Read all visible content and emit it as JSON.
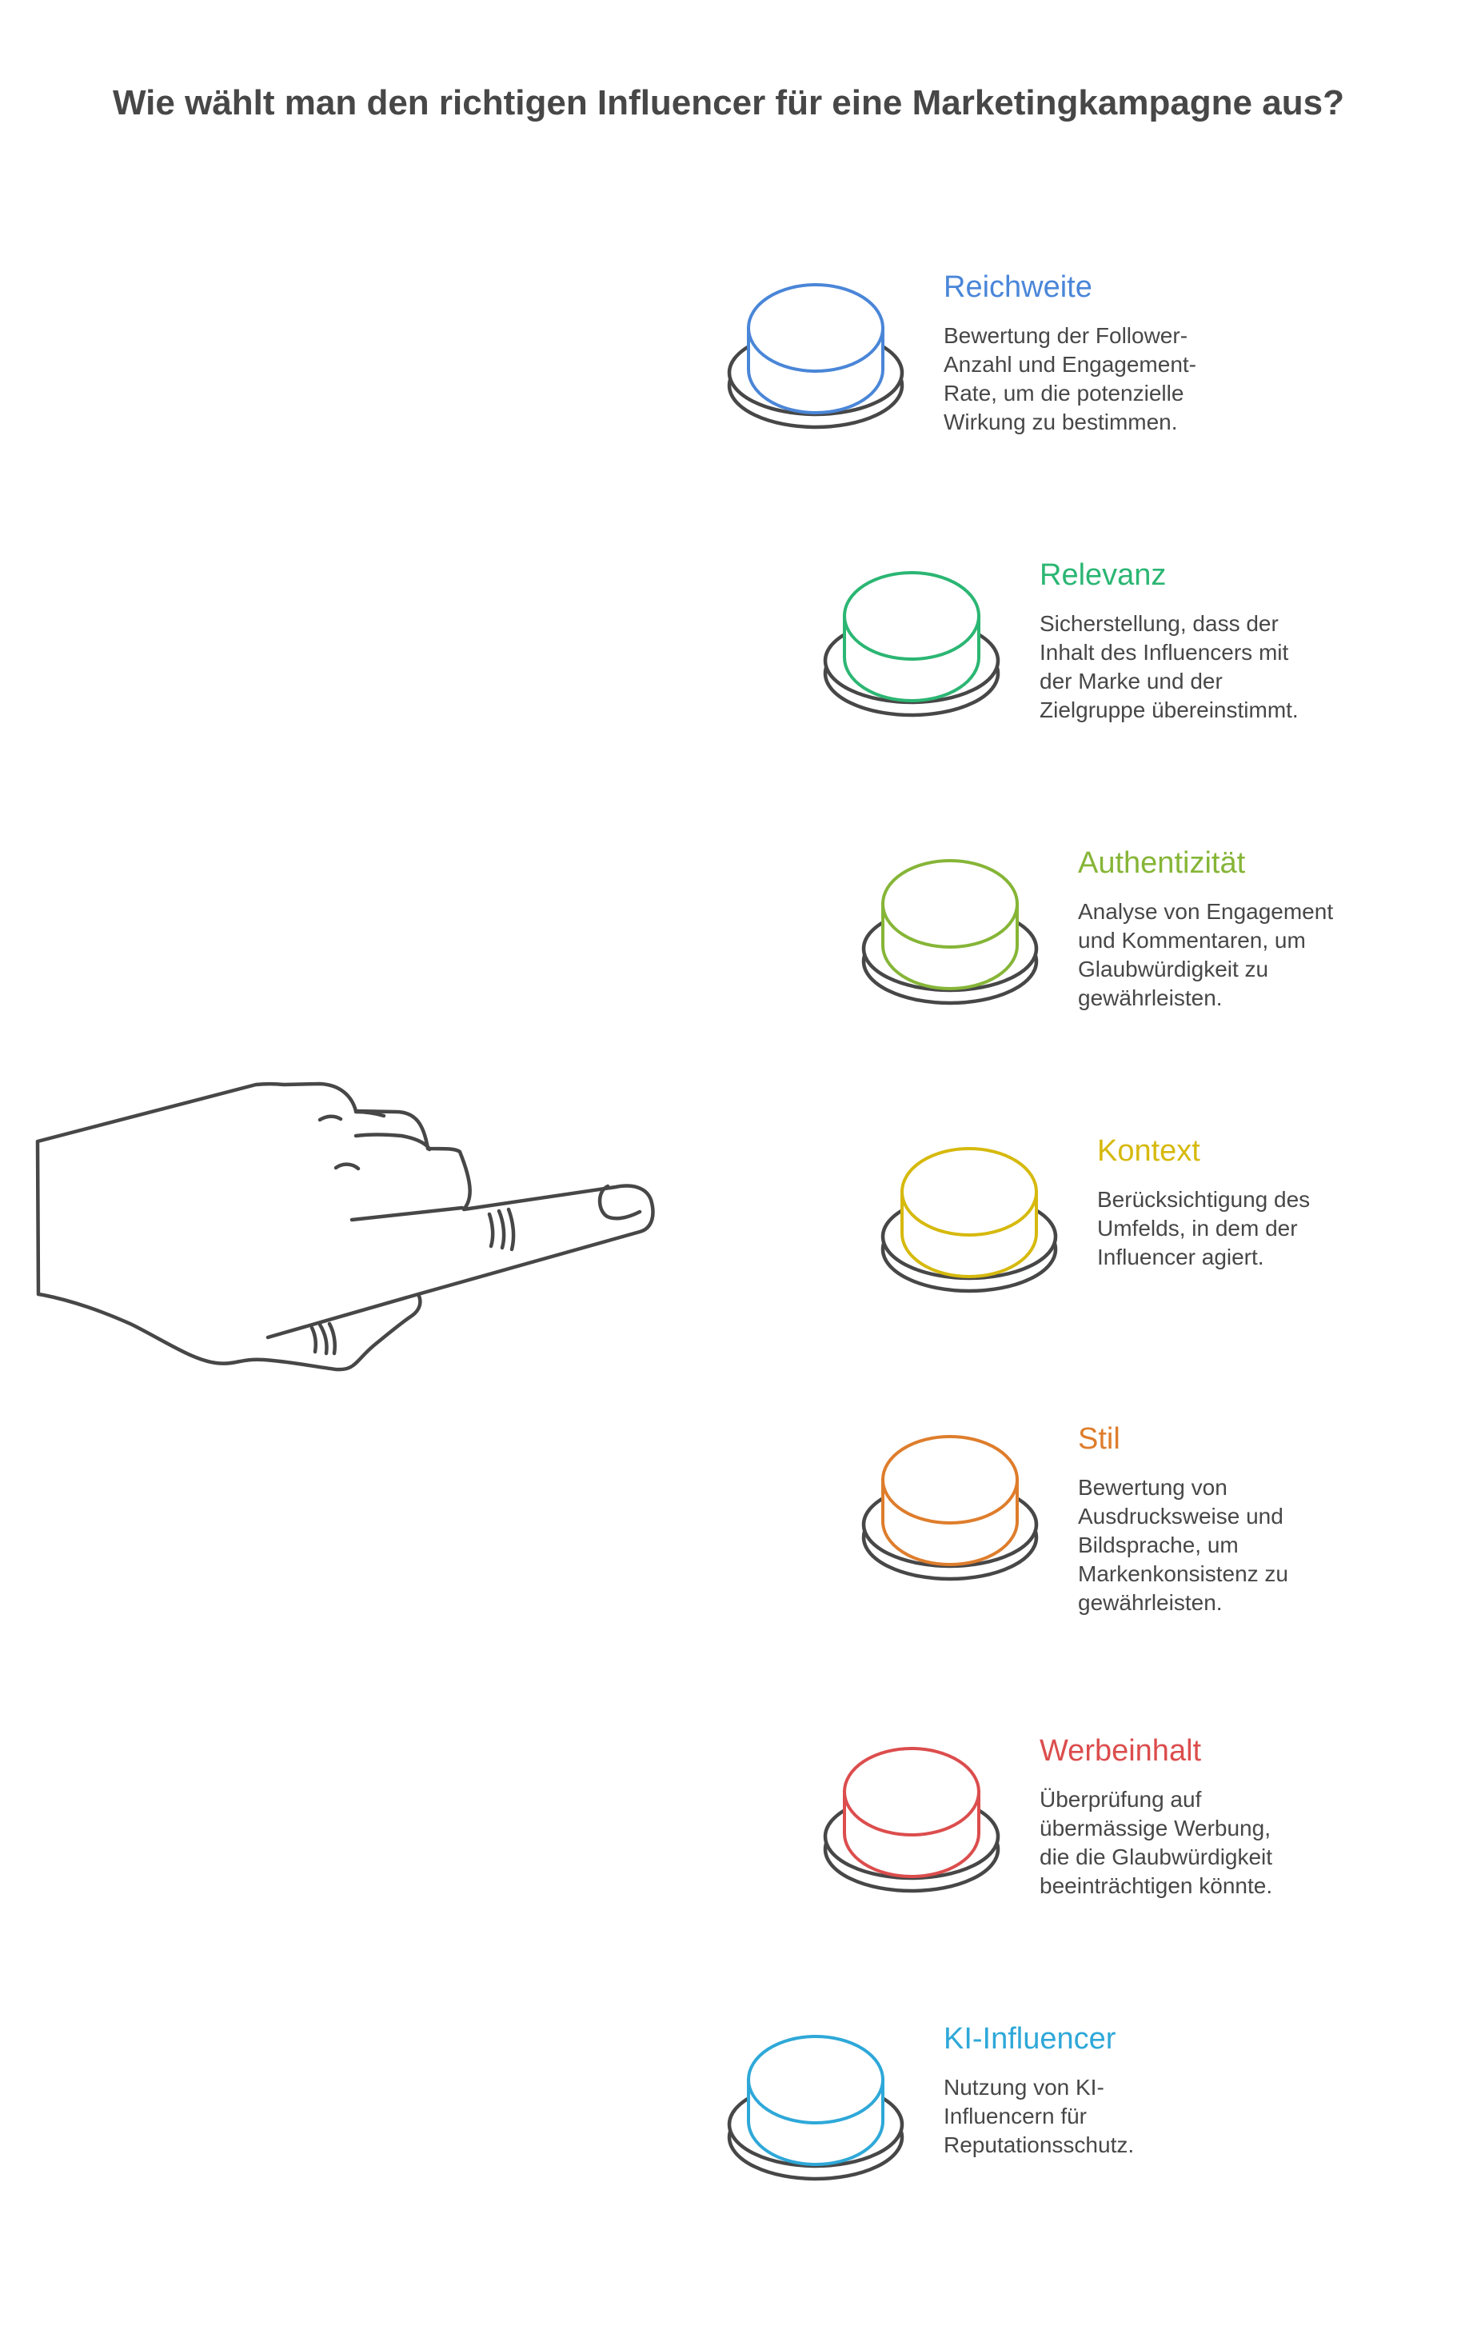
{
  "title": "Wie wählt man den richtigen Influencer für eine Marketingkampagne aus?",
  "items": [
    {
      "title": "Reichweite",
      "color": "#4a86d8",
      "icon": "button-icon",
      "lines": [
        "Bewertung der Follower-",
        "Anzahl und Engagement-",
        "Rate, um die potenzielle",
        "Wirkung zu bestimmen."
      ]
    },
    {
      "title": "Relevanz",
      "color": "#2bb673",
      "icon": "button-icon",
      "lines": [
        "Sicherstellung, dass der",
        "Inhalt des Influencers mit",
        "der Marke und der",
        "Zielgruppe übereinstimmt."
      ]
    },
    {
      "title": "Authentizität",
      "color": "#86b537",
      "icon": "button-icon",
      "lines": [
        "Analyse von Engagement",
        "und Kommentaren, um",
        "Glaubwürdigkeit zu",
        "gewährleisten."
      ]
    },
    {
      "title": "Kontext",
      "color": "#d6b90d",
      "icon": "button-icon",
      "lines": [
        "Berücksichtigung des",
        "Umfelds, in dem der",
        "Influencer agiert."
      ]
    },
    {
      "title": "Stil",
      "color": "#de7d2c",
      "icon": "button-icon",
      "lines": [
        "Bewertung von",
        "Ausdrucksweise und",
        "Bildsprache, um",
        "Markenkonsistenz zu",
        "gewährleisten."
      ]
    },
    {
      "title": "Werbeinhalt",
      "color": "#dc4d4d",
      "icon": "button-icon",
      "lines": [
        "Überprüfung auf",
        "übermässige Werbung,",
        "die die Glaubwürdigkeit",
        "beeinträchtigen könnte."
      ]
    },
    {
      "title": "KI-Influencer",
      "color": "#2ea8d8",
      "icon": "button-icon",
      "lines": [
        "Nutzung von KI-",
        "Influencern für",
        "Reputationsschutz."
      ]
    }
  ],
  "hand_icon": "pointing-hand-icon"
}
